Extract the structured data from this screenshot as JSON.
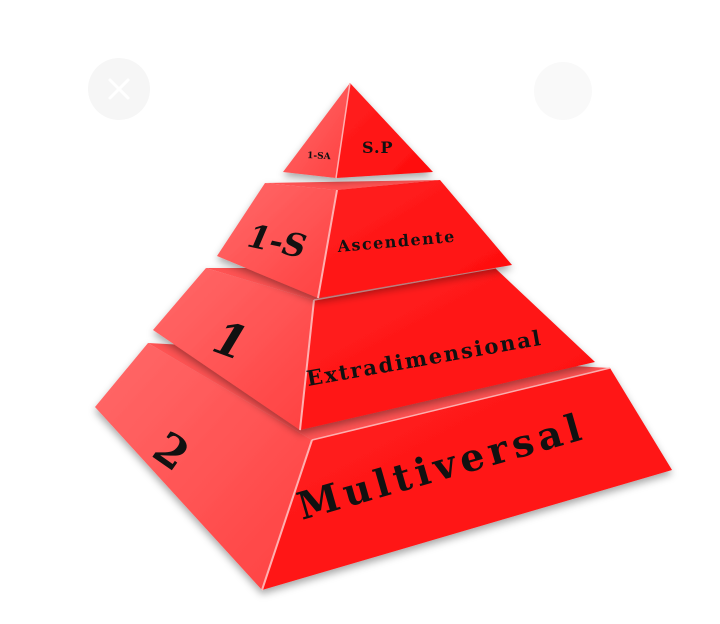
{
  "diagram": {
    "type": "pyramid",
    "colors": {
      "front": "#ff1a1a",
      "side": "#ff4d4d",
      "highlight": "#ff8080",
      "text": "#111111"
    },
    "tiers": [
      {
        "level": "1-SA",
        "name": "S.P"
      },
      {
        "level": "1-S",
        "name": "Ascendente"
      },
      {
        "level": "1",
        "name": "Extradimensional"
      },
      {
        "level": "2",
        "name": "Multiversal"
      }
    ]
  },
  "overlay": {
    "close_icon": "close-icon",
    "other_icon": "faded-circle-icon"
  }
}
